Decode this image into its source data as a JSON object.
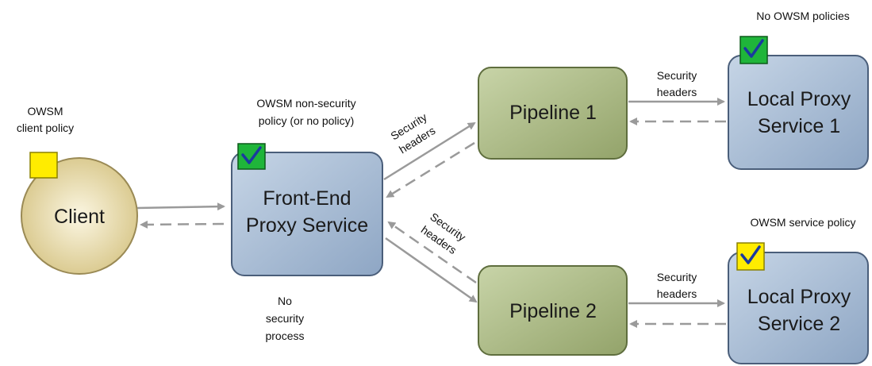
{
  "nodes": {
    "client": {
      "label": "Client",
      "policy_note_lines": [
        "OWSM",
        "client policy"
      ]
    },
    "front_end": {
      "label_lines": [
        "Front-End",
        "Proxy Service"
      ],
      "policy_note_lines": [
        "OWSM non-security",
        "policy (or no policy)"
      ]
    },
    "front_end_note_below": {
      "lines": [
        "No",
        "security",
        "process"
      ]
    },
    "pipeline1": {
      "label": "Pipeline 1"
    },
    "pipeline2": {
      "label": "Pipeline 2"
    },
    "local_proxy1": {
      "label_lines": [
        "Local Proxy",
        "Service 1"
      ],
      "policy_note": "No OWSM policies"
    },
    "local_proxy2": {
      "label_lines": [
        "Local Proxy",
        "Service 2"
      ],
      "policy_note": "OWSM service policy"
    }
  },
  "edge_labels": {
    "fe_to_p1": [
      "Security",
      "headers"
    ],
    "fe_to_p2": [
      "Security",
      "headers"
    ],
    "p1_to_lp1": [
      "Security",
      "headers"
    ],
    "p2_to_lp2": [
      "Security",
      "headers"
    ]
  },
  "colors": {
    "client_fill": "#e9dca8",
    "client_stroke": "#9a8a55",
    "service_fill": "#a9bdd6",
    "service_stroke": "#4a5e7a",
    "pipeline_fill": "#aebc8a",
    "pipeline_stroke": "#5f6e3e",
    "arrow": "#9a9a9a",
    "green_badge": "#1fb53a",
    "yellow_badge": "#ffec00",
    "check": "#1a3a9e"
  },
  "icons": {
    "client_badge": "yellow-square-icon",
    "front_end_badge": "green-check-icon",
    "local_proxy1_badge": "green-check-icon",
    "local_proxy2_badge": "yellow-check-icon"
  }
}
